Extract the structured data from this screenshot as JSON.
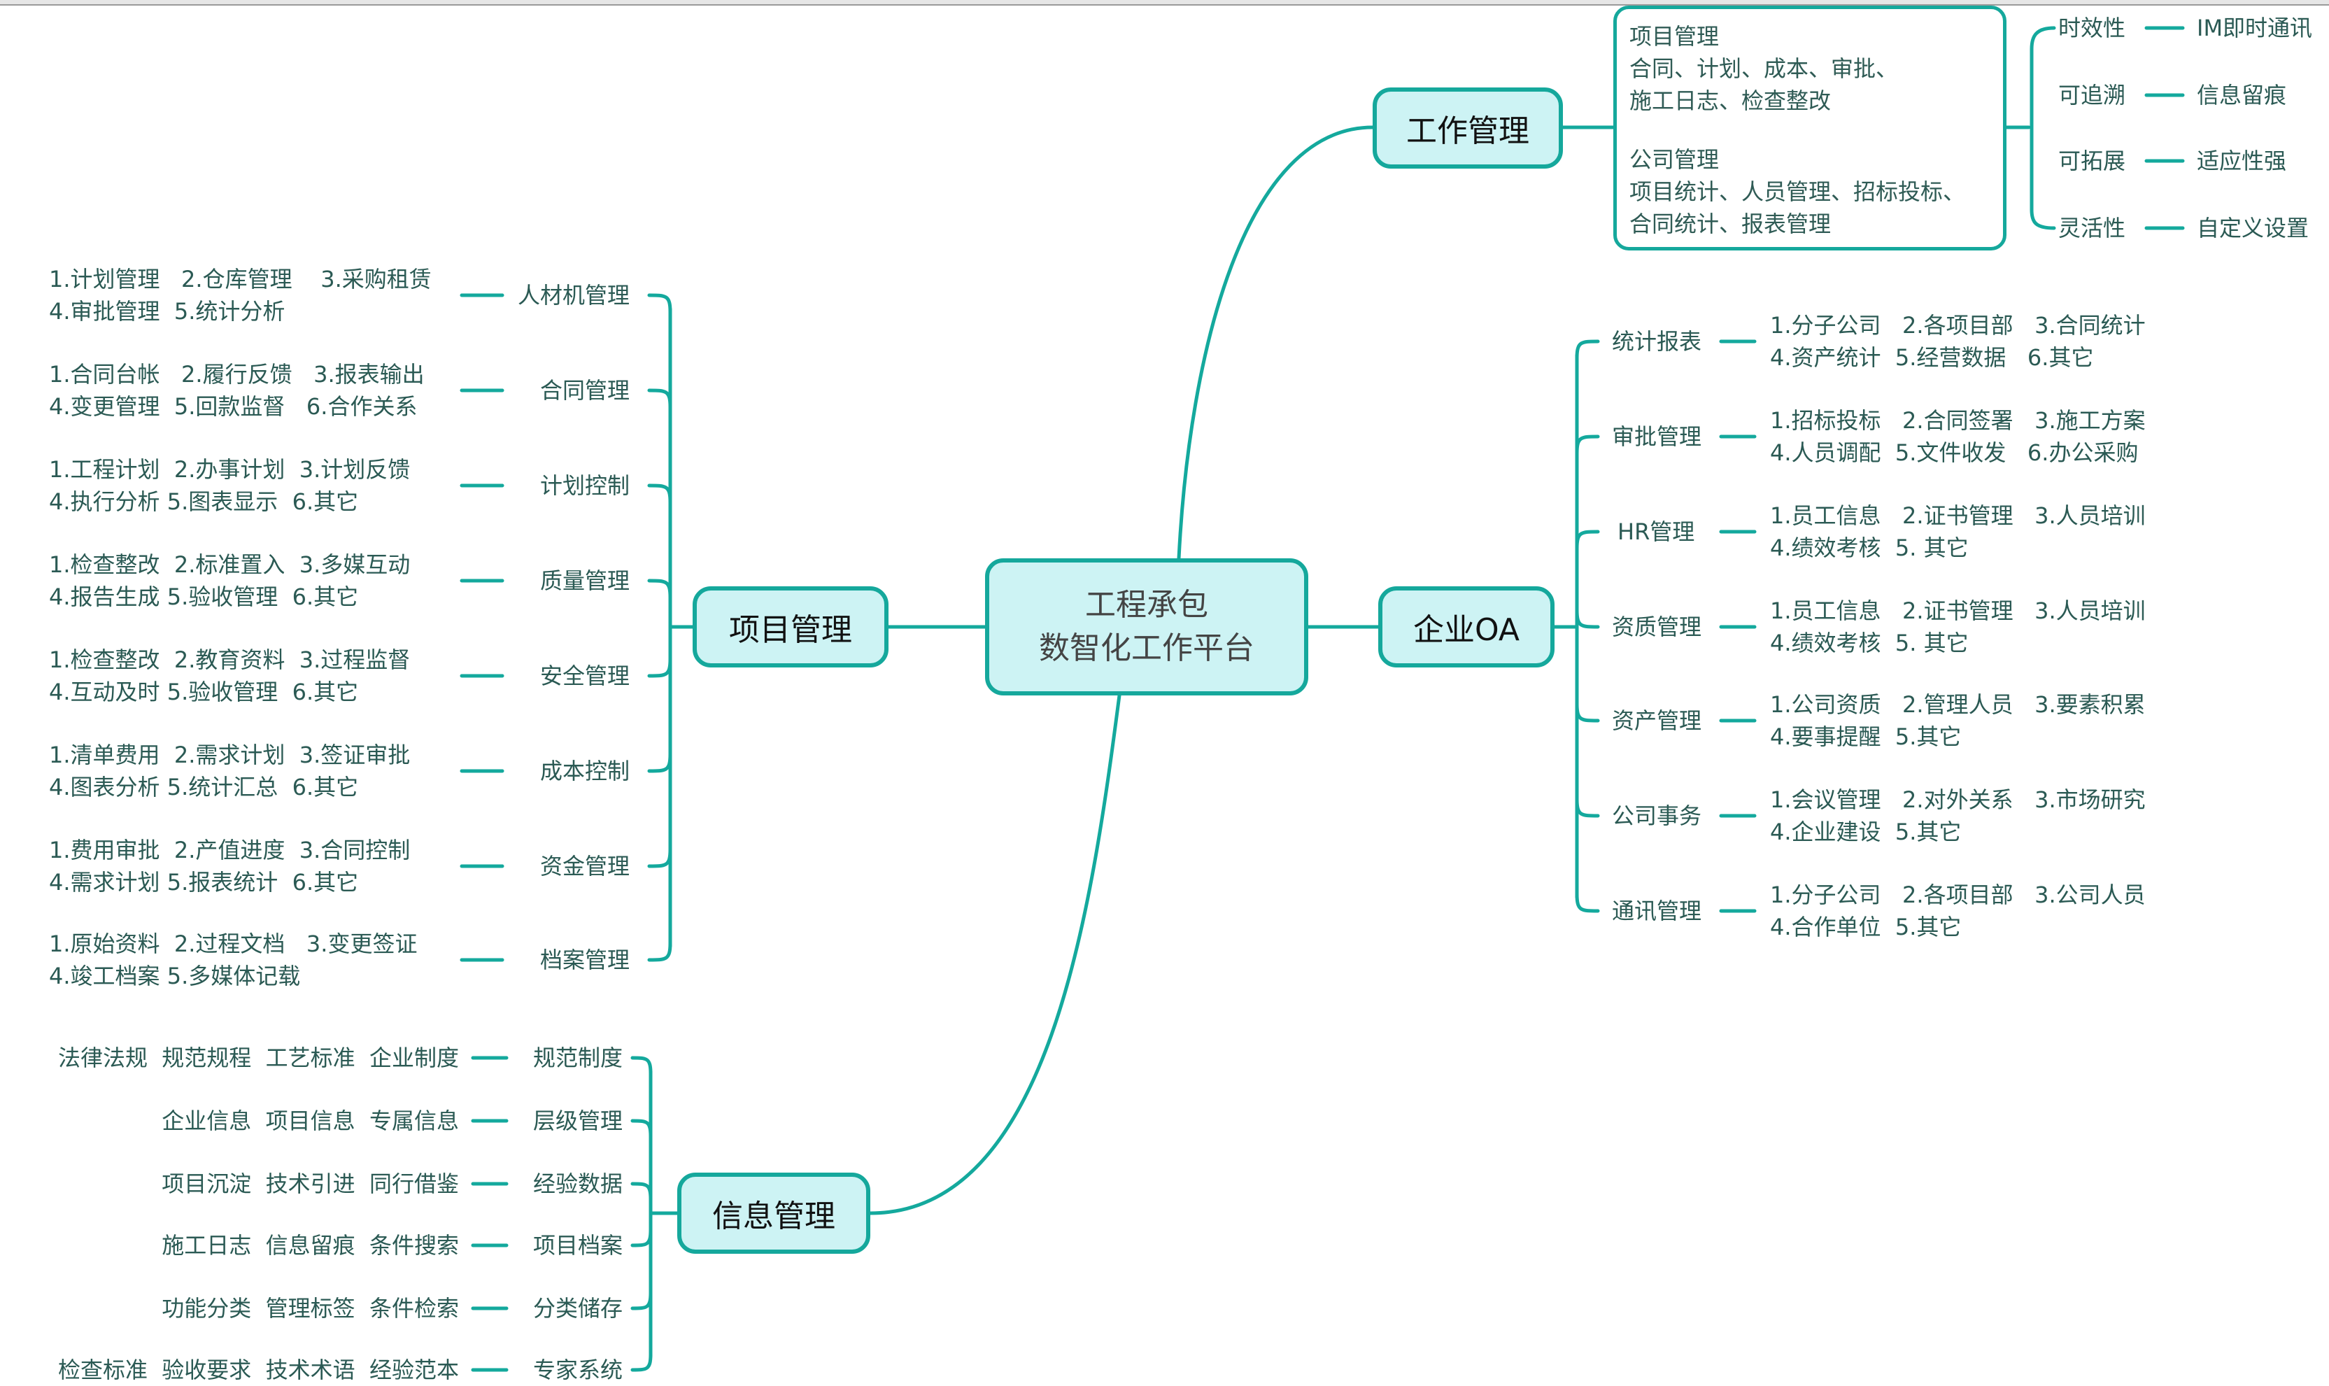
{
  "root": {
    "line1": "工程承包",
    "line2": "数智化工作平台"
  },
  "work_mgmt": {
    "label": "工作管理",
    "box": {
      "title1": "项目管理",
      "lines1": [
        "合同、计划、成本、审批、",
        "施工日志、检查整改"
      ],
      "title2": "公司管理",
      "lines2": [
        "项目统计、人员管理、招标投标、",
        "合同统计、报表管理"
      ]
    },
    "features": [
      {
        "label": "时效性",
        "value": "IM即时通讯"
      },
      {
        "label": "可追溯",
        "value": "信息留痕"
      },
      {
        "label": "可拓展",
        "value": "适应性强"
      },
      {
        "label": "灵活性",
        "value": "自定义设置"
      }
    ]
  },
  "project_mgmt": {
    "label": "项目管理",
    "children": [
      {
        "label": "人材机管理",
        "detail": [
          "1.计划管理   2.仓库管理    3.采购租赁",
          "4.审批管理  5.统计分析"
        ]
      },
      {
        "label": "合同管理",
        "detail": [
          "1.合同台帐   2.履行反馈   3.报表输出",
          "4.变更管理  5.回款监督   6.合作关系"
        ]
      },
      {
        "label": "计划控制",
        "detail": [
          "1.工程计划  2.办事计划  3.计划反馈",
          "4.执行分析 5.图表显示  6.其它"
        ]
      },
      {
        "label": "质量管理",
        "detail": [
          "1.检查整改  2.标准置入  3.多媒互动",
          "4.报告生成 5.验收管理  6.其它"
        ]
      },
      {
        "label": "安全管理",
        "detail": [
          "1.检查整改  2.教育资料  3.过程监督",
          "4.互动及时 5.验收管理  6.其它"
        ]
      },
      {
        "label": "成本控制",
        "detail": [
          "1.清单费用  2.需求计划  3.签证审批",
          "4.图表分析 5.统计汇总  6.其它"
        ]
      },
      {
        "label": "资金管理",
        "detail": [
          "1.费用审批  2.产值进度  3.合同控制",
          "4.需求计划 5.报表统计  6.其它"
        ]
      },
      {
        "label": "档案管理",
        "detail": [
          "1.原始资料  2.过程文档   3.变更签证",
          "4.竣工档案 5.多媒体记载"
        ]
      }
    ]
  },
  "enterprise_oa": {
    "label": "企业OA",
    "children": [
      {
        "label": "统计报表",
        "detail": [
          "1.分子公司   2.各项目部   3.合同统计",
          "4.资产统计  5.经营数据   6.其它"
        ]
      },
      {
        "label": "审批管理",
        "detail": [
          "1.招标投标   2.合同签署   3.施工方案",
          "4.人员调配  5.文件收发   6.办公采购"
        ]
      },
      {
        "label": "HR管理",
        "detail": [
          "1.员工信息   2.证书管理   3.人员培训",
          "4.绩效考核  5. 其它"
        ]
      },
      {
        "label": "资质管理",
        "detail": [
          "1.员工信息   2.证书管理   3.人员培训",
          "4.绩效考核  5. 其它"
        ]
      },
      {
        "label": "资产管理",
        "detail": [
          "1.公司资质   2.管理人员   3.要素积累",
          "4.要事提醒  5.其它"
        ]
      },
      {
        "label": "公司事务",
        "detail": [
          "1.会议管理   2.对外关系   3.市场研究",
          "4.企业建设  5.其它"
        ]
      },
      {
        "label": "通讯管理",
        "detail": [
          "1.分子公司   2.各项目部   3.公司人员",
          "4.合作单位  5.其它"
        ]
      }
    ]
  },
  "info_mgmt": {
    "label": "信息管理",
    "children": [
      {
        "label": "规范制度",
        "detail": "法律法规  规范规程  工艺标准  企业制度"
      },
      {
        "label": "层级管理",
        "detail": "企业信息  项目信息  专属信息"
      },
      {
        "label": "经验数据",
        "detail": "项目沉淀  技术引进  同行借鉴"
      },
      {
        "label": "项目档案",
        "detail": "施工日志  信息留痕  条件搜索"
      },
      {
        "label": "分类储存",
        "detail": "功能分类  管理标签  条件检索"
      },
      {
        "label": "专家系统",
        "detail": "检查标准  验收要求  技术术语  经验范本"
      }
    ]
  },
  "colors": {
    "accent": "#15a89c",
    "node_fill": "#cdf3f4",
    "text": "#2b5a54"
  }
}
